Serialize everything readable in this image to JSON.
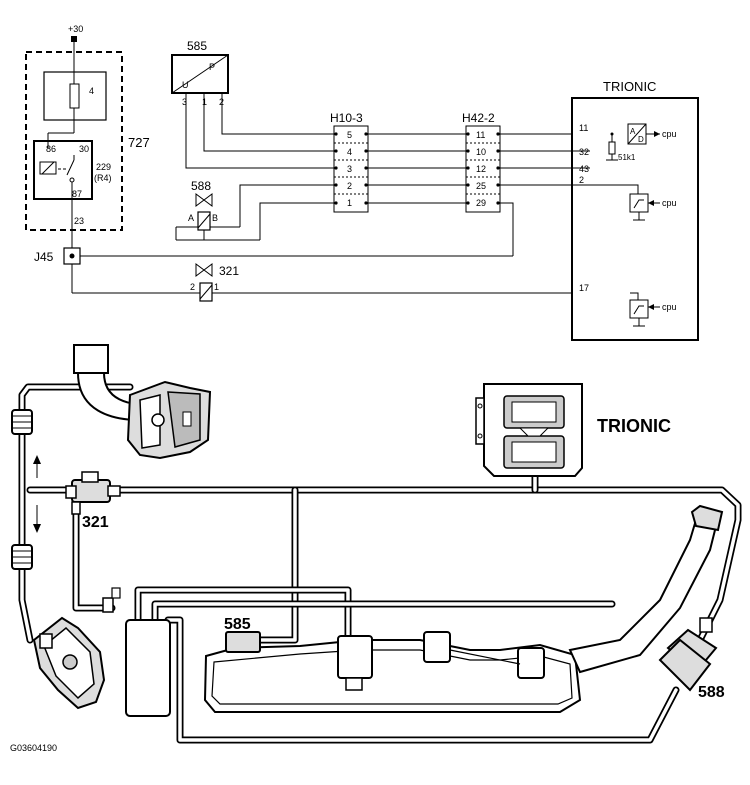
{
  "schematic": {
    "supply_label": "+30",
    "relay_block": {
      "id": "727",
      "fuse_pin": "4",
      "relay_pins": [
        "86",
        "30",
        "87"
      ],
      "relay_label_line1": "229",
      "relay_label_line2": "(R4)",
      "output_pin": "23"
    },
    "sensor": {
      "id": "585",
      "letter_u": "U",
      "letter_p": "P",
      "pins": [
        "3",
        "1",
        "2"
      ]
    },
    "valve_588": {
      "id": "588",
      "pin_a": "A",
      "pin_b": "B"
    },
    "valve_321": {
      "id": "321",
      "pin_2": "2",
      "pin_1": "1"
    },
    "junction": "J45",
    "connector_a": {
      "name": "H10-3",
      "pins": [
        "5",
        "4",
        "3",
        "2",
        "1"
      ]
    },
    "connector_b": {
      "name": "H42-2",
      "pins": [
        "11",
        "10",
        "12",
        "25",
        "29"
      ]
    },
    "ecu": {
      "title": "TRIONIC",
      "pins": [
        "11",
        "32",
        "43",
        "2",
        "17"
      ],
      "resistor": "51k1",
      "cpu_labels": [
        "cpu",
        "cpu",
        "cpu"
      ]
    }
  },
  "layout_drawing": {
    "ecu_label": "TRIONIC",
    "label_321": "321",
    "label_585": "585",
    "label_588": "588"
  },
  "figure_code": "G03604190"
}
